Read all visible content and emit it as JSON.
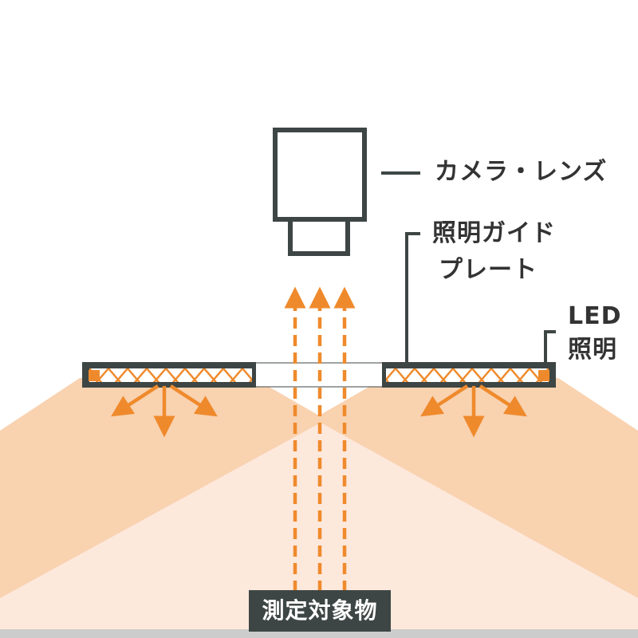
{
  "labels": {
    "camera_lens": "カメラ・レンズ",
    "guide_plate_line1": "照明ガイド",
    "guide_plate_line2": "プレート",
    "led_line1": "LED",
    "led_line2": "照明"
  },
  "object_label": "測定対象物",
  "colors": {
    "outline": "#3d4644",
    "arrow": "#ef8a2c",
    "light_strong": "#f9d2b0",
    "light_soft": "#fde8dc",
    "floor": "#cccccc",
    "text": "#333333"
  }
}
